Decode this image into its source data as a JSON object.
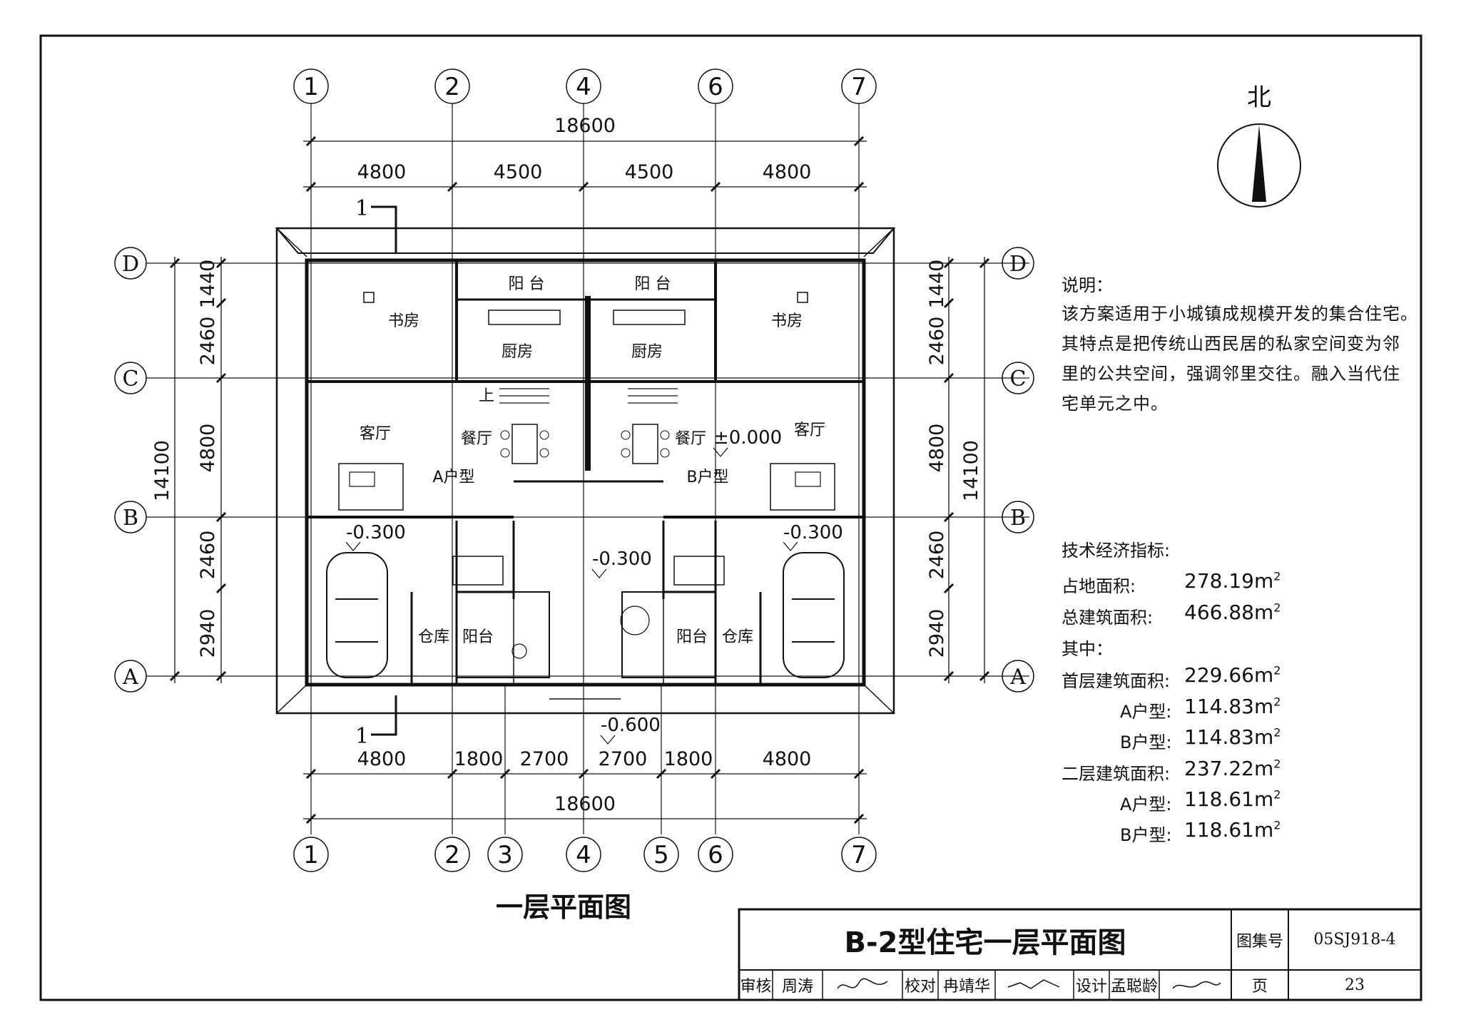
{
  "drawing": {
    "title": "一层平面图",
    "north_label": "北",
    "overall_width": "18600",
    "overall_depth": "14100",
    "top_spans": [
      "4800",
      "4500",
      "4500",
      "4800"
    ],
    "bottom_spans": [
      "4800",
      "1800",
      "2700",
      "2700",
      "1800",
      "4800"
    ],
    "left_spans": [
      "1440",
      "2460",
      "4800",
      "2460",
      "2940"
    ],
    "right_spans": [
      "1440",
      "2460",
      "4800",
      "2460",
      "2940"
    ],
    "top_axes": [
      "1",
      "2",
      "4",
      "6",
      "7"
    ],
    "bottom_axes": [
      "1",
      "2",
      "3",
      "4",
      "5",
      "6",
      "7"
    ],
    "row_axes": [
      "D",
      "C",
      "B",
      "A"
    ],
    "section_mark": "1",
    "levels": {
      "floor": "±0.000",
      "garage_left": "-0.300",
      "garage_right": "-0.300",
      "court": "-0.300",
      "outside": "-0.600"
    },
    "rooms": {
      "balcony_top_left": "阳 台",
      "balcony_top_right": "阳 台",
      "study_left": "书房",
      "study_right": "书房",
      "kitchen_left": "厨房",
      "kitchen_right": "厨房",
      "living_left": "客厅",
      "living_right": "客厅",
      "dining_left": "餐厅",
      "dining_right": "餐厅",
      "unit_a": "A户型",
      "unit_b": "B户型",
      "stair_up": "上",
      "storage_left": "仓库",
      "storage_right": "仓库",
      "balcony_low_left": "阳台",
      "balcony_low_right": "阳台"
    }
  },
  "notes": {
    "title": "说明：",
    "lines": [
      "该方案适用于小城镇成规模开发的集合住宅。",
      "其特点是把传统山西民居的私家空间变为邻",
      "里的公共空间，强调邻里交往。融入当代住",
      "宅单元之中。"
    ]
  },
  "indicators": {
    "title": "技术经济指标:",
    "rows": [
      {
        "label": "占地面积:",
        "value": "278.19m",
        "sup": "2"
      },
      {
        "label": "总建筑面积:",
        "value": "466.88m",
        "sup": "2"
      },
      {
        "label": "其中：",
        "value": "",
        "sup": ""
      },
      {
        "label": "首层建筑面积:",
        "value": "229.66m",
        "sup": "2"
      },
      {
        "label": "A户型:",
        "value": "114.83m",
        "sup": "2"
      },
      {
        "label": "B户型:",
        "value": "114.83m",
        "sup": "2"
      },
      {
        "label": "二层建筑面积:",
        "value": "237.22m",
        "sup": "2"
      },
      {
        "label": "A户型:",
        "value": "118.61m",
        "sup": "2"
      },
      {
        "label": "B户型:",
        "value": "118.61m",
        "sup": "2"
      }
    ]
  },
  "title_block": {
    "main_title": "B-2型住宅一层平面图",
    "atlas_label": "图集号",
    "atlas_number": "05SJ918-4",
    "page_label": "页",
    "page_number": "23",
    "review_label": "审核",
    "reviewer": "周涛",
    "check_label": "校对",
    "checker": "冉靖华",
    "design_label": "设计",
    "designer": "孟聪龄"
  }
}
